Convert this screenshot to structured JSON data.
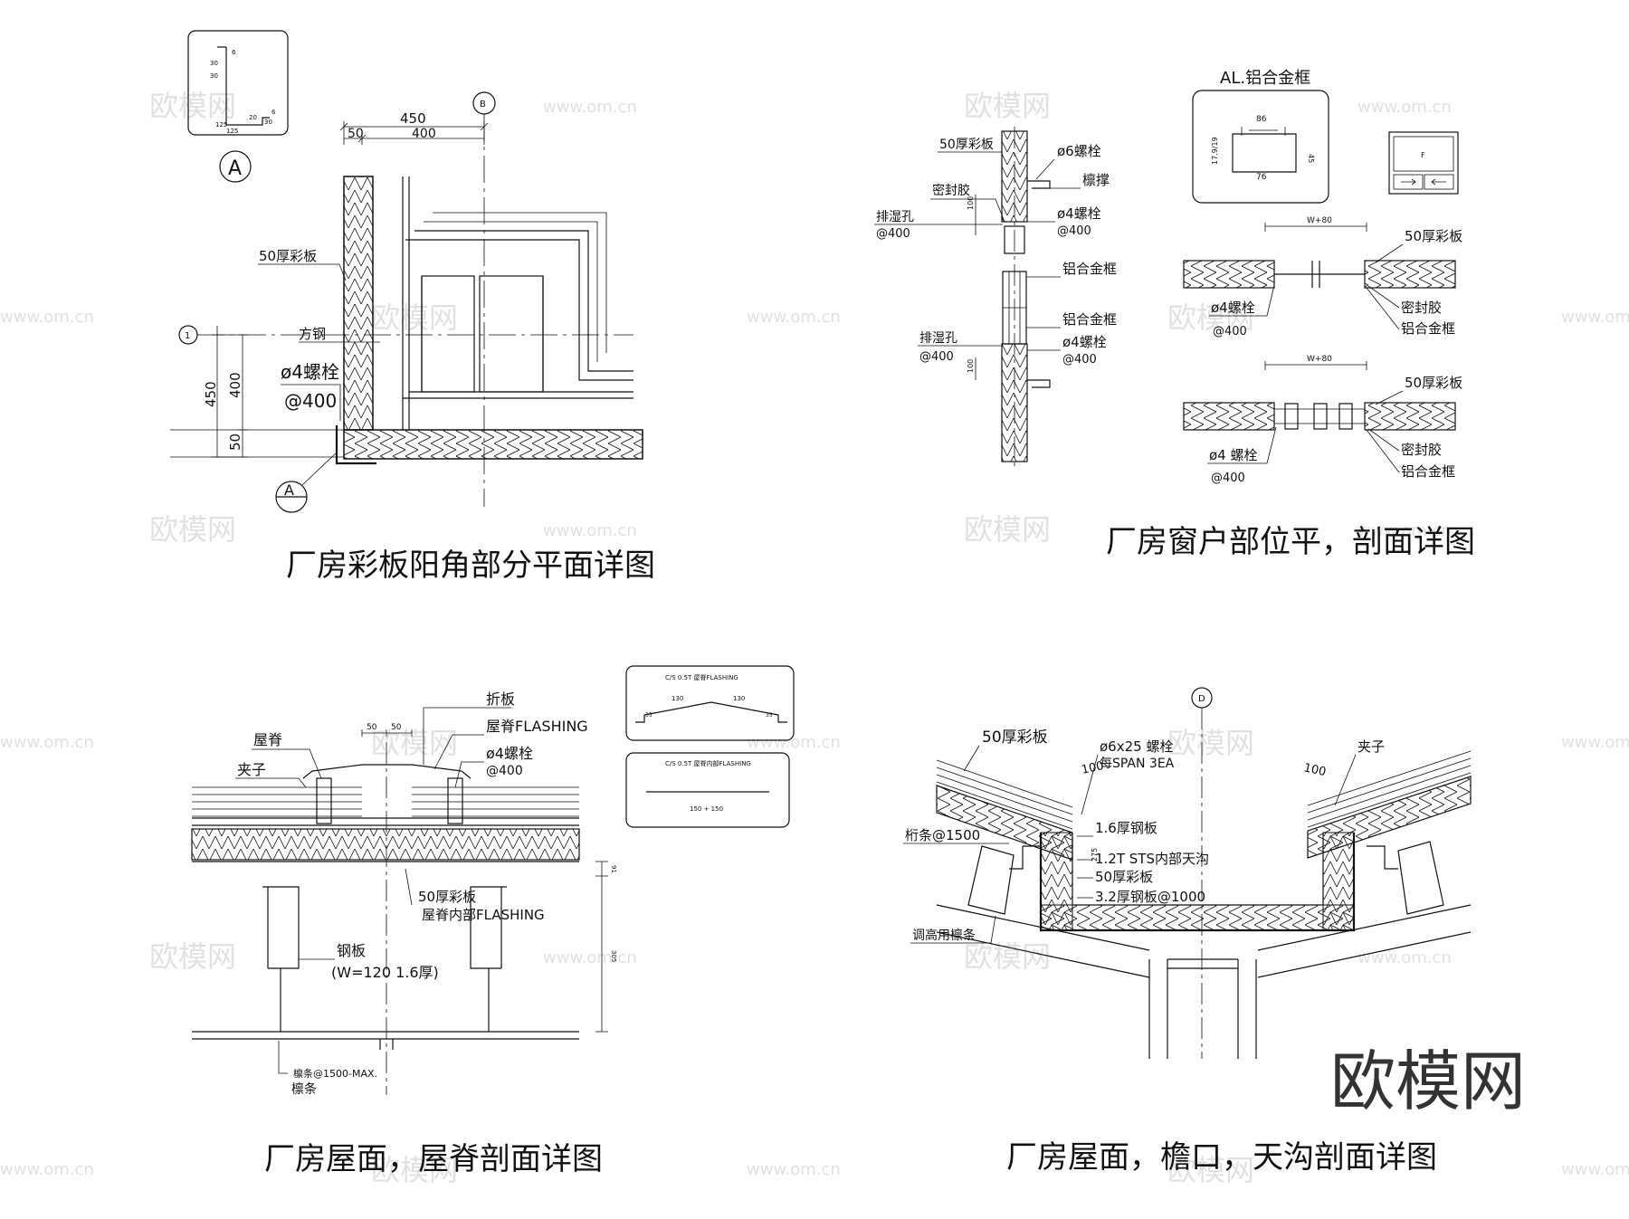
{
  "watermark": {
    "domain": "www.om.cn",
    "brand": "欧模网"
  },
  "detail_a": {
    "title": "厂房彩板阳角部分平面详图",
    "dims": [
      "450",
      "50",
      "400",
      "450",
      "400",
      "50"
    ],
    "labels": [
      "50厚彩板",
      "方钢",
      "ø4螺栓",
      "@400"
    ],
    "marks": [
      "A",
      "B",
      "1",
      "A"
    ],
    "inset_dims": [
      "125",
      "30",
      "6",
      "30",
      "125",
      "20",
      "30",
      "6"
    ]
  },
  "detail_b": {
    "title": "厂房窗户部位平，剖面详图",
    "frame_title": "AL.铝合金框",
    "frame_dims": [
      "86",
      "76",
      "45",
      "17.9/19"
    ],
    "frame_icon": "F",
    "left_labels": [
      "50厚彩板",
      "密封胶",
      "排湿孔",
      "@400",
      "排湿孔",
      "@400"
    ],
    "right_labels": [
      "ø6螺栓",
      "檩撑",
      "ø4螺栓",
      "@400",
      "铝合金框",
      "铝合金框",
      "ø4螺栓",
      "@400"
    ],
    "plan_dim": "W+80",
    "plan_labels": [
      "50厚彩板",
      "ø4螺栓",
      "@400",
      "密封胶",
      "铝合金框"
    ],
    "plan2_labels": [
      "50厚彩板",
      "ø4 螺栓",
      "@400",
      "密封胶",
      "铝合金框"
    ],
    "side_dims": [
      "100",
      "100"
    ]
  },
  "detail_c": {
    "title": "厂房屋面，屋脊剖面详图",
    "labels": [
      "折板",
      "屋脊FLASHING",
      "ø4螺栓",
      "@400",
      "屋脊",
      "夹子",
      "50厚彩板",
      "屋脊内部FLASHING",
      "钢板",
      "(W=120 1.6厚)",
      "檩条@1500-MAX.",
      "檩条"
    ],
    "dims": [
      "50",
      "50",
      "91",
      "305"
    ],
    "flashing1": {
      "head": "C/S 0.5T  屋脊FLASHING",
      "dims": [
        "130",
        "130",
        "35",
        "35"
      ]
    },
    "flashing2": {
      "head": "C/S 0.5T  屋脊内部FLASHING",
      "dims": [
        "150 + 150"
      ]
    }
  },
  "detail_d": {
    "title": "厂房屋面，檐口，天沟剖面详图",
    "labels": [
      "50厚彩板",
      "ø6x25 螺栓",
      "每SPAN 3EA",
      "夹子",
      "100",
      "100",
      "1.6厚钢板",
      "桁条@1500",
      "1.2T STS内部天沟",
      "50厚彩板",
      "3.2厚钢板@1000",
      "调高用檩条",
      "275"
    ],
    "mark": "D"
  }
}
